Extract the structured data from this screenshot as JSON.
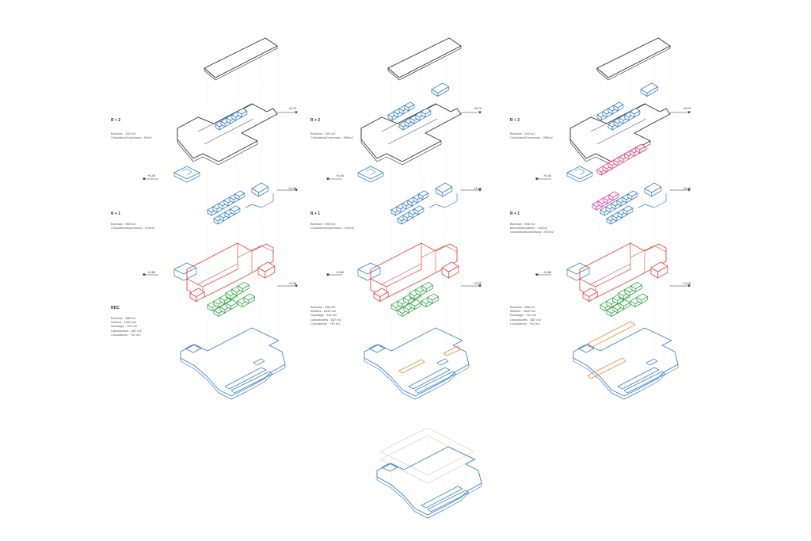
{
  "colors": {
    "black": "#2b2b2b",
    "blue": "#3a7fd0",
    "red": "#e8453c",
    "green": "#3aa84b",
    "orange": "#ef8a3b",
    "magenta": "#e23fa0",
    "guide": "#c8c8c8"
  },
  "columns": [
    {
      "r2": {
        "title": "R + 2",
        "lines": [
          "Bureaux : 183 m2",
          "Circulation/Communs : 60m2"
        ]
      },
      "r1": {
        "title": "R + 1",
        "lines": [
          "Bureaux : 946 m2",
          "Circulations/communs : 472m2"
        ]
      },
      "rdc": {
        "title": "RDC",
        "lines": [
          "Bureaux : 388 m2",
          "Ateliers : 1839 m2",
          "Stockage : 113 m2",
          "Laboratoires : 687 m2",
          "Circulations : 792 m2"
        ]
      },
      "elev": {
        "top_right": "+8,70",
        "mid_left": "+4,40",
        "mid_right": "+4,40",
        "low_left": "+0,80",
        "low_right": "+0,00"
      }
    },
    {
      "r2": {
        "title": "R + 2",
        "lines": [
          "Bureaux : 329 m2",
          "Circulation/Communs : 259m2"
        ]
      },
      "r1": {
        "title": "R + 1",
        "lines": [
          "Bureaux : 946 m2",
          "Circulations/communs : 473m2"
        ]
      },
      "rdc": {
        "title": "",
        "lines": [
          "Bureaux : 388 m2",
          "Ateliers : 1839 m2",
          "Stockage : 113 m2",
          "Laboratoires : 687 m2",
          "Circulations : 792 m2"
        ]
      },
      "elev": {
        "top_right": "+8,70",
        "mid_left": "+4,40",
        "mid_right": "+4,40",
        "low_left": "+0,80",
        "low_right": "+0,00"
      }
    },
    {
      "r2": {
        "title": "R + 2",
        "lines": [
          "Bureaux : 329 m2",
          "Circulation/Communs : 259m2"
        ]
      },
      "r1": {
        "title": "R + 1",
        "lines": [
          "Bureaux : 946 m2",
          "Mezzanine/atelier : 144m2",
          "Circulations/communs : 472m2"
        ]
      },
      "rdc": {
        "title": "",
        "lines": [
          "Bureaux : 388 m2",
          "Ateliers : 1839 m2",
          "Stockage : 113 m2",
          "Laboratoires : 687 m2",
          "Circulations : 792 m2"
        ]
      },
      "elev": {
        "top_right": "+8,70",
        "mid_left": "+4,40",
        "mid_right": "+4,40",
        "low_left": "+0,80",
        "low_right": "+0,00"
      }
    }
  ]
}
